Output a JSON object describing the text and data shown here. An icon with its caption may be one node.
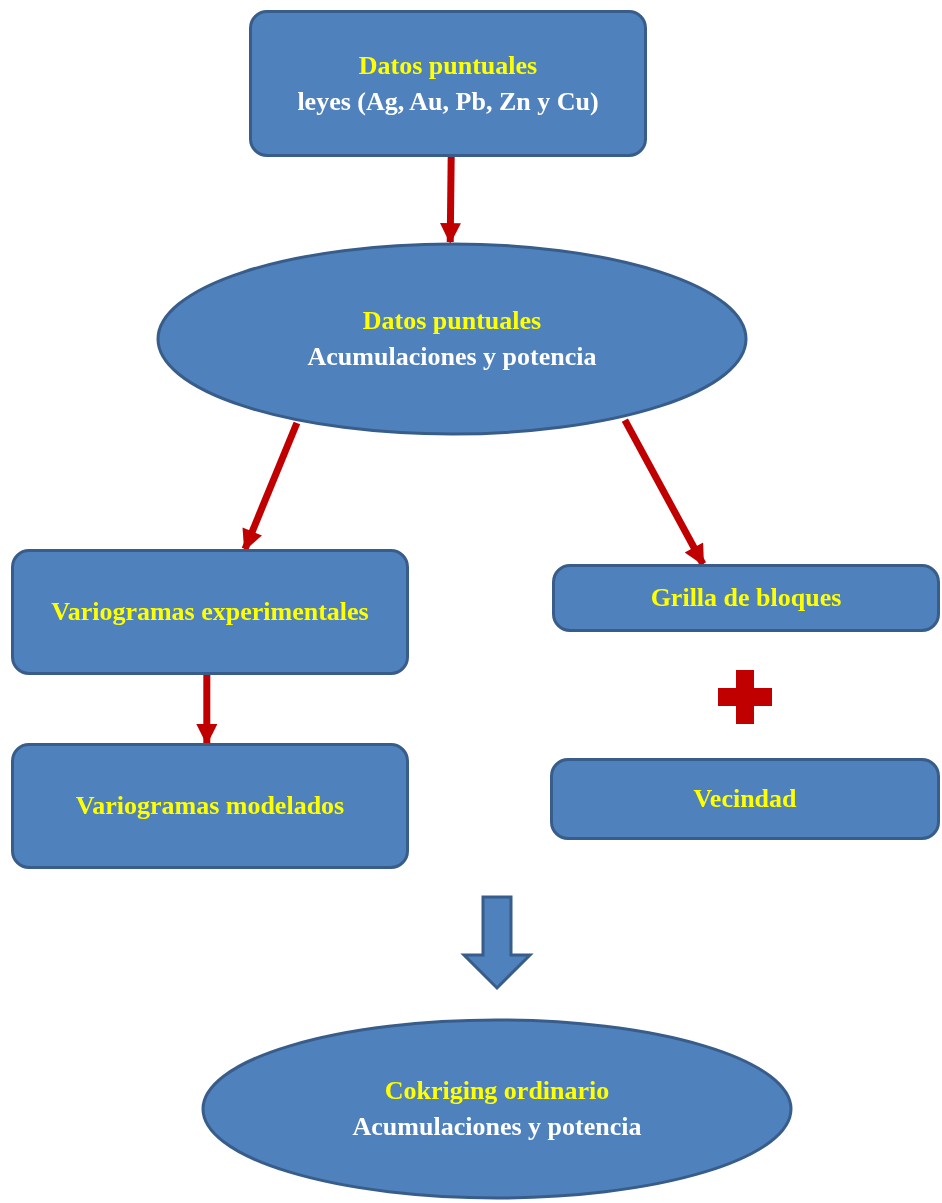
{
  "diagram": {
    "nodes": [
      {
        "text": [
          "Datos puntuales",
          "leyes (Ag, Au, Pb, Zn y Cu)"
        ]
      },
      {
        "text": [
          "Datos puntuales",
          "Acumulaciones y potencia"
        ]
      },
      {
        "text": [
          "Variogramas experimentales"
        ]
      },
      {
        "text": [
          "Variogramas modelados"
        ]
      },
      {
        "text": [
          "Grilla de bloques"
        ]
      },
      {
        "text": [
          "Vecindad"
        ]
      },
      {
        "text": [
          "Cokriging ordinario",
          "Acumulaciones y potencia"
        ]
      }
    ],
    "edges": [
      {
        "from": 0,
        "to": 1,
        "arrow": "to"
      },
      {
        "from": 1,
        "to": 2,
        "arrow": "to"
      },
      {
        "from": 1,
        "to": 4,
        "arrow": "to"
      },
      {
        "from": 2,
        "to": 3,
        "arrow": "to"
      },
      {
        "from": null,
        "to": 6,
        "arrow": "to",
        "style": "thick",
        "color": "#4f81bd"
      }
    ]
  }
}
